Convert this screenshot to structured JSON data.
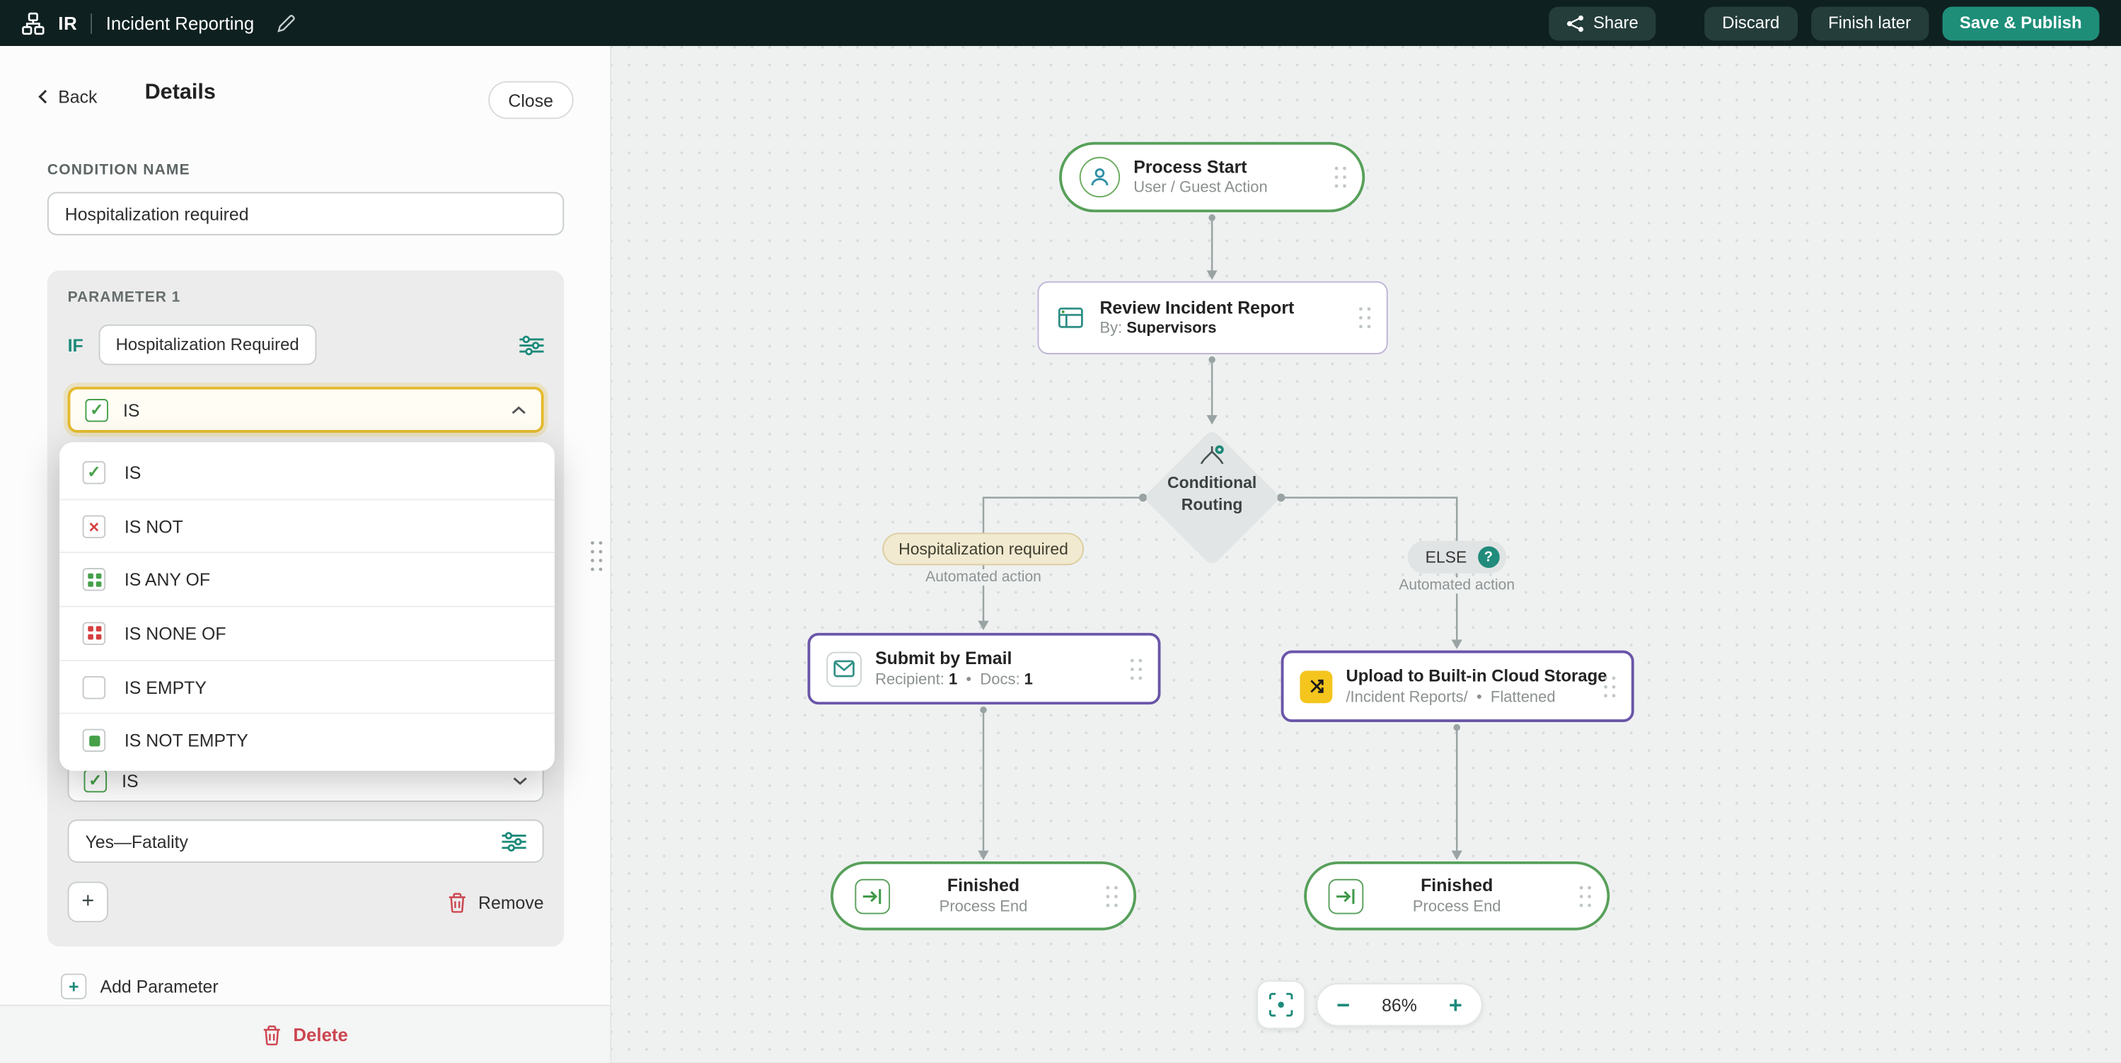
{
  "topbar": {
    "workspace": "IR",
    "title": "Incident Reporting",
    "share": "Share",
    "discard": "Discard",
    "finish_later": "Finish later",
    "save_publish": "Save & Publish"
  },
  "panel": {
    "back": "Back",
    "title": "Details",
    "close": "Close",
    "condition_name_label": "CONDITION NAME",
    "condition_name_value": "Hospitalization required",
    "parameter": {
      "label": "PARAMETER 1",
      "if": "IF",
      "field": "Hospitalization Required",
      "operator": "IS",
      "options": [
        {
          "label": "IS",
          "icon": "check-green-icon"
        },
        {
          "label": "IS NOT",
          "icon": "x-red-icon"
        },
        {
          "label": "IS ANY OF",
          "icon": "grid-green-icon"
        },
        {
          "label": "IS NONE OF",
          "icon": "grid-red-icon"
        },
        {
          "label": "IS EMPTY",
          "icon": "empty-box-icon"
        },
        {
          "label": "IS NOT EMPTY",
          "icon": "filled-green-icon"
        }
      ],
      "operator2": "IS",
      "value2": "Yes—Fatality",
      "plus_glyph": "+",
      "remove": "Remove"
    },
    "add_parameter": "Add Parameter",
    "plus_glyph": "+",
    "delete": "Delete"
  },
  "canvas": {
    "start": {
      "title": "Process Start",
      "subtitle": "User / Guest Action"
    },
    "review": {
      "title": "Review Incident Report",
      "by_label": "By: ",
      "by_value": "Supervisors"
    },
    "router": {
      "title": "Conditional Routing"
    },
    "left_branch": {
      "label": "Hospitalization required",
      "caption": "Automated action"
    },
    "right_branch": {
      "label": "ELSE",
      "badge": "?",
      "caption": "Automated action"
    },
    "email": {
      "title": "Submit by Email",
      "recipient_label": "Recipient: ",
      "recipient_value": "1",
      "sep": "•",
      "docs_label": "Docs: ",
      "docs_value": "1"
    },
    "upload": {
      "title": "Upload to Built-in Cloud Storage",
      "path": "/Incident Reports/",
      "sep": "•",
      "mode": "Flattened"
    },
    "finished_left": {
      "title": "Finished",
      "subtitle": "Process End"
    },
    "finished_right": {
      "title": "Finished",
      "subtitle": "Process End"
    },
    "zoom": {
      "out": "−",
      "level": "86%",
      "in": "+"
    }
  },
  "colors": {
    "topbar_bg": "#0f2020",
    "accent_teal": "#1d8a7a",
    "primary_button": "#1e8e79",
    "node_green": "#57a05a",
    "node_purple": "#6a55a8",
    "danger_red": "#cc4650",
    "focus_yellow": "#e4ba2e",
    "branch_chip_bg": "#f1e9d0"
  }
}
